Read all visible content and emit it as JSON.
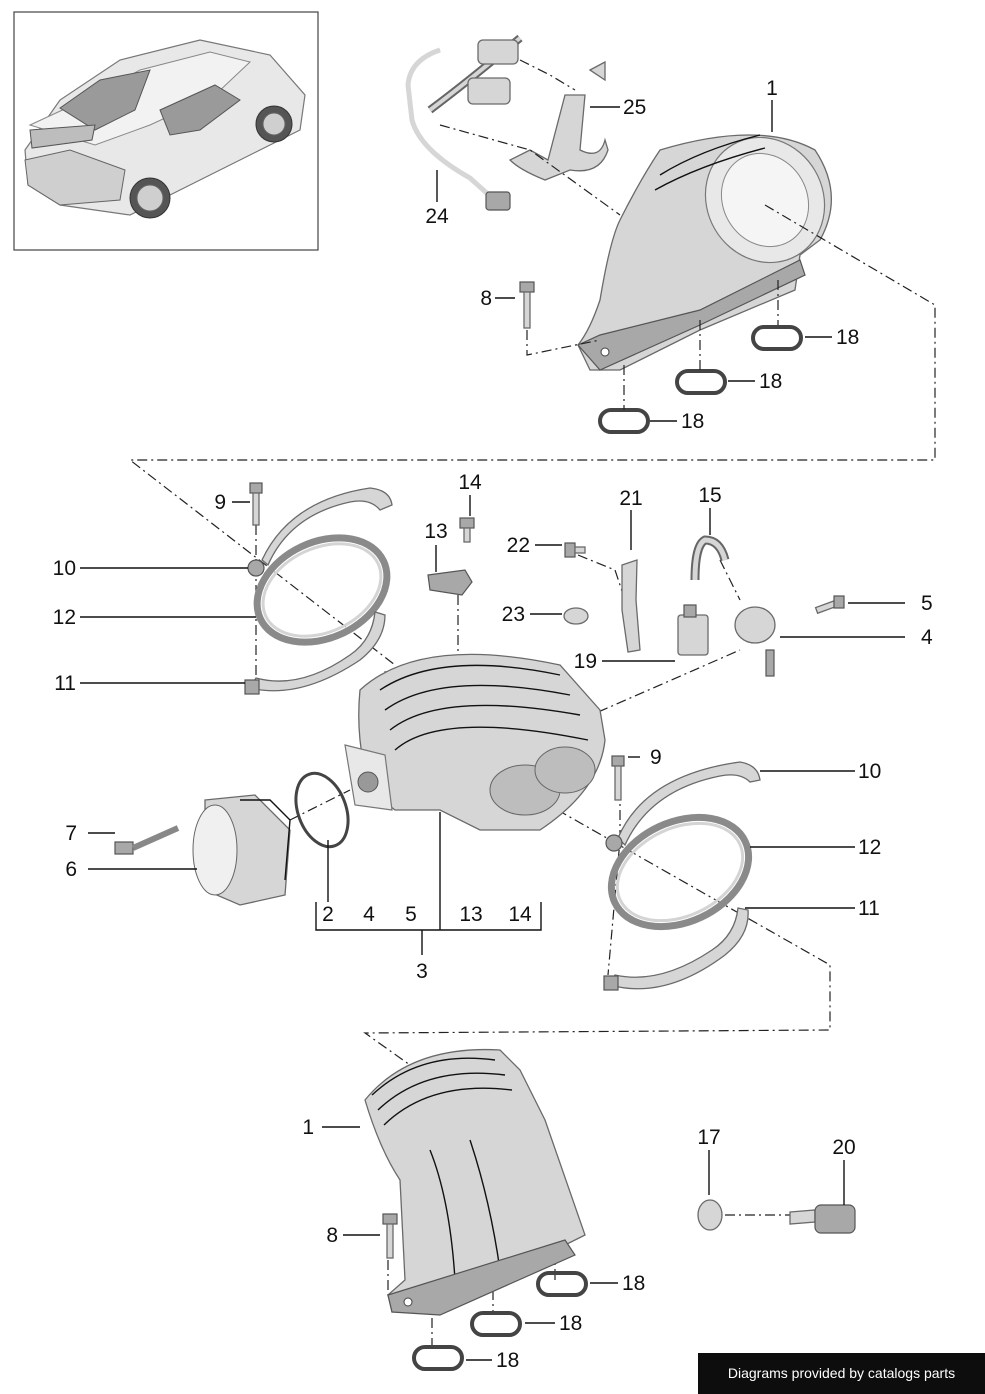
{
  "callouts": [
    {
      "id": "c-1-top",
      "label": "1"
    },
    {
      "id": "c-25",
      "label": "25"
    },
    {
      "id": "c-24",
      "label": "24"
    },
    {
      "id": "c-8-top",
      "label": "8"
    },
    {
      "id": "c-18-a",
      "label": "18"
    },
    {
      "id": "c-18-b",
      "label": "18"
    },
    {
      "id": "c-18-c",
      "label": "18"
    },
    {
      "id": "c-9-left",
      "label": "9"
    },
    {
      "id": "c-14-top",
      "label": "14"
    },
    {
      "id": "c-21",
      "label": "21"
    },
    {
      "id": "c-15",
      "label": "15"
    },
    {
      "id": "c-13-top",
      "label": "13"
    },
    {
      "id": "c-22",
      "label": "22"
    },
    {
      "id": "c-10-left",
      "label": "10"
    },
    {
      "id": "c-12-left",
      "label": "12"
    },
    {
      "id": "c-23",
      "label": "23"
    },
    {
      "id": "c-5-right",
      "label": "5"
    },
    {
      "id": "c-4-right",
      "label": "4"
    },
    {
      "id": "c-19",
      "label": "19"
    },
    {
      "id": "c-11-left",
      "label": "11"
    },
    {
      "id": "c-9-right",
      "label": "9"
    },
    {
      "id": "c-10-right",
      "label": "10"
    },
    {
      "id": "c-7",
      "label": "7"
    },
    {
      "id": "c-6",
      "label": "6"
    },
    {
      "id": "c-12-right",
      "label": "12"
    },
    {
      "id": "c-11-right",
      "label": "11"
    },
    {
      "id": "c-3",
      "label": "3"
    },
    {
      "id": "c-1-bottom",
      "label": "1"
    },
    {
      "id": "c-17",
      "label": "17"
    },
    {
      "id": "c-20",
      "label": "20"
    },
    {
      "id": "c-8-bottom",
      "label": "8"
    },
    {
      "id": "c-18-d",
      "label": "18"
    },
    {
      "id": "c-18-e",
      "label": "18"
    },
    {
      "id": "c-18-f",
      "label": "18"
    }
  ],
  "assembly_3": {
    "label": "3",
    "members": [
      "2",
      "4",
      "5",
      "13",
      "14"
    ]
  },
  "footer": {
    "text": "Diagrams provided by catalogs parts"
  }
}
